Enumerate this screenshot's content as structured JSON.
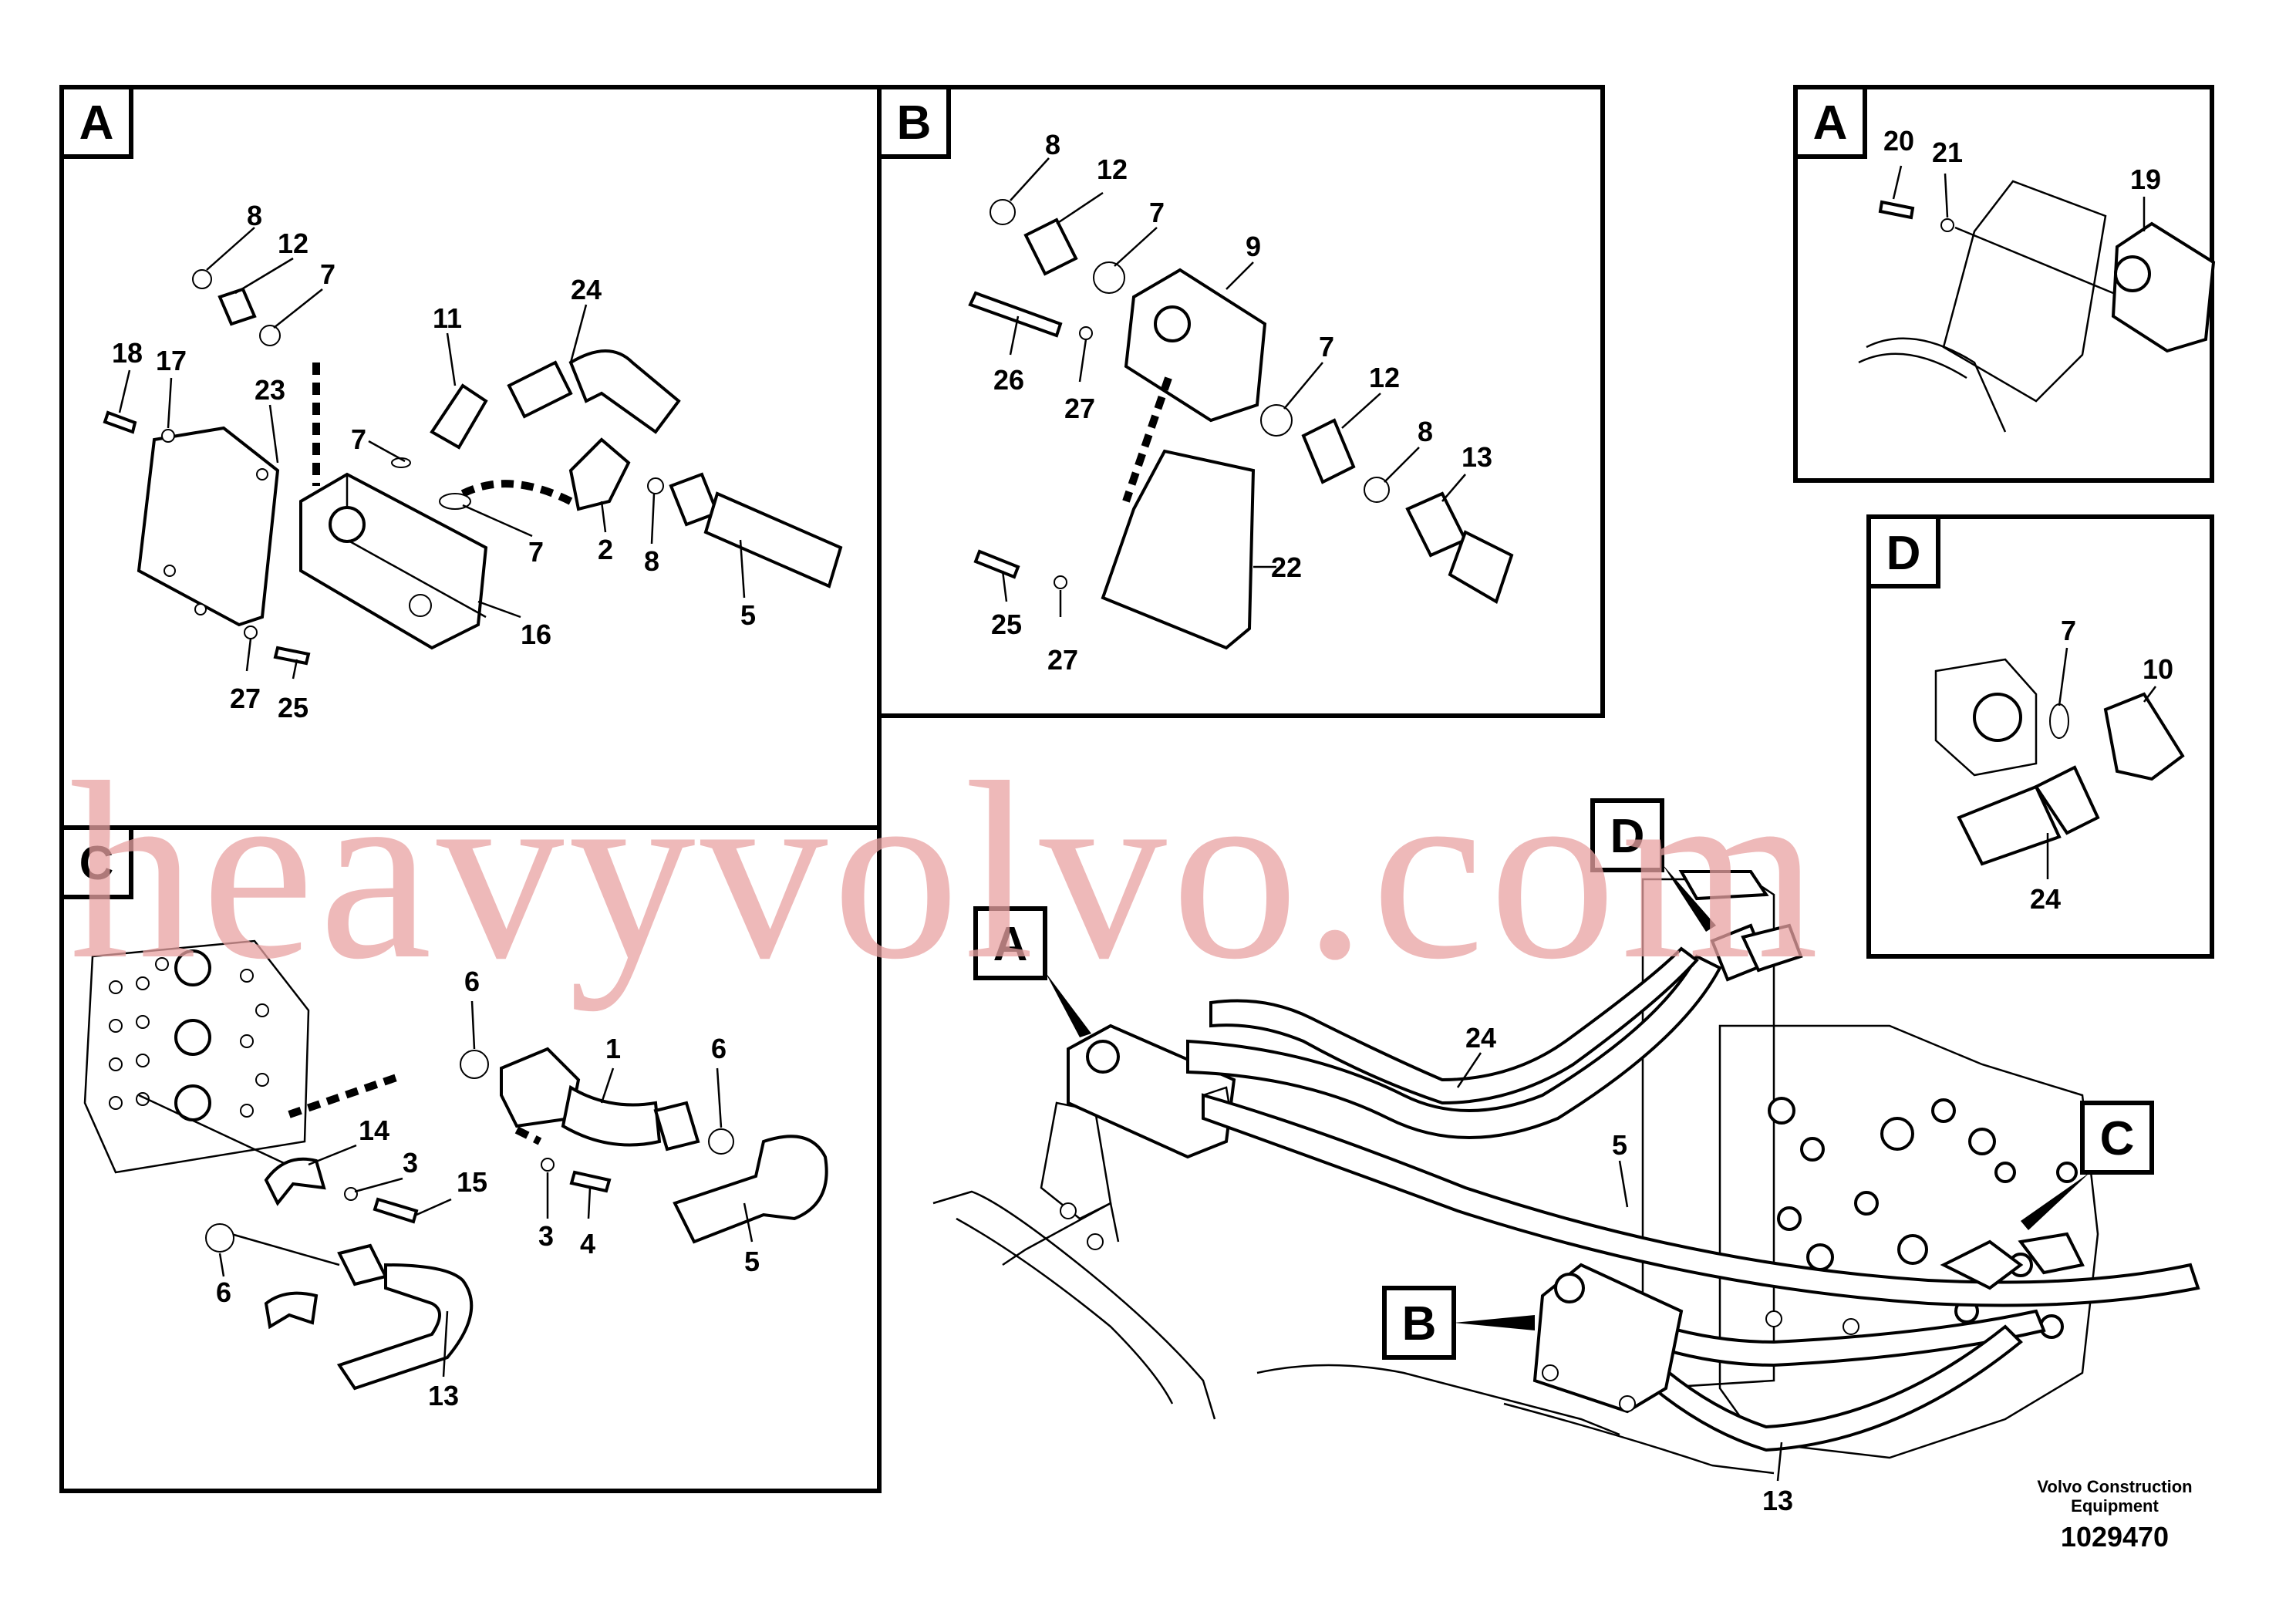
{
  "panels": [
    {
      "id": "A",
      "tag": "A"
    },
    {
      "id": "B",
      "tag": "B"
    },
    {
      "id": "A2",
      "tag": "A"
    },
    {
      "id": "D",
      "tag": "D"
    },
    {
      "id": "C",
      "tag": "C"
    }
  ],
  "main_view_tags": {
    "A": "A",
    "B": "B",
    "C": "C",
    "D": "D"
  },
  "callouts_A": [
    "8",
    "12",
    "7",
    "18",
    "17",
    "23",
    "11",
    "24",
    "7",
    "7",
    "2",
    "8",
    "5",
    "16",
    "27",
    "25"
  ],
  "callouts_B": [
    "8",
    "12",
    "7",
    "9",
    "26",
    "27",
    "7",
    "12",
    "8",
    "13",
    "22",
    "25",
    "27"
  ],
  "callouts_A2": [
    "20",
    "21",
    "19"
  ],
  "callouts_D": [
    "7",
    "10",
    "24"
  ],
  "callouts_C": [
    "6",
    "1",
    "6",
    "14",
    "3",
    "15",
    "3",
    "4",
    "5",
    "6",
    "13"
  ],
  "callouts_main": [
    "24",
    "5",
    "13"
  ],
  "watermark": "heavyvolvo.com",
  "footer": {
    "brand_line1": "Volvo Construction",
    "brand_line2": "Equipment",
    "drawing_number": "1029470"
  }
}
